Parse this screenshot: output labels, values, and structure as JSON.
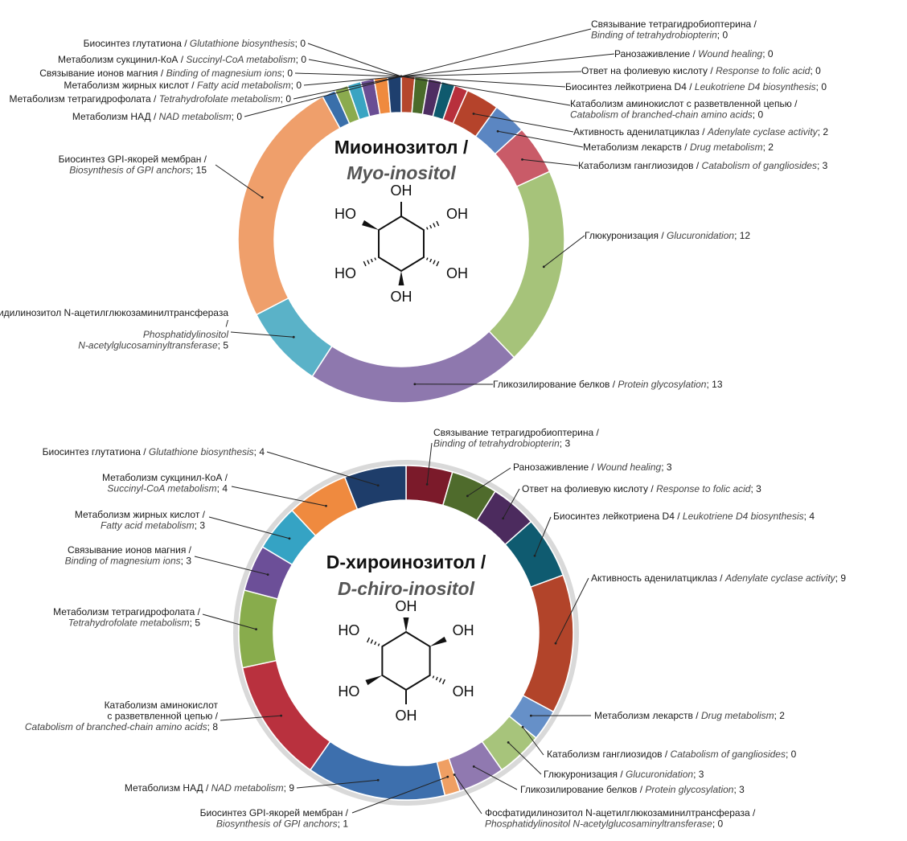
{
  "chart_data": [
    {
      "type": "pie",
      "title_ru": "Миоинозитол /",
      "title_en": "Myo-inositol",
      "slices": [
        {
          "ru": "Связывание тетрагидробиоптерина /",
          "en": "Binding of tetrahydrobiopterin",
          "value": 0,
          "color": "#b5462c"
        },
        {
          "ru": "Ранозаживление / ",
          "en": "Wound healing",
          "value": 0,
          "color": "#4a6b2a"
        },
        {
          "ru": "Ответ на фолиевую кислоту / ",
          "en": "Response to folic acid",
          "value": 0,
          "color": "#4e2e62"
        },
        {
          "ru": "Биосинтез лейкотриена D4 / ",
          "en": "Leukotriene D4 biosynthesis",
          "value": 0,
          "color": "#0f5a6e"
        },
        {
          "ru": "Катаболизм аминокислот с разветвленной цепью /",
          "en": "Catabolism of branched-chain amino acids",
          "value": 0,
          "color": "#b8303c"
        },
        {
          "ru": "Активность аденилатциклаз / ",
          "en": "Adenylate cyclase activity",
          "value": 2,
          "color": "#b5432b"
        },
        {
          "ru": "Метаболизм лекарств / ",
          "en": "Drug metabolism",
          "value": 2,
          "color": "#5b86c2"
        },
        {
          "ru": "Катаболизм ганглиозидов / ",
          "en": "Catabolism of gangliosides",
          "value": 3,
          "color": "#c95b68"
        },
        {
          "ru": "Глюкуронизация / ",
          "en": "Glucuronidation",
          "value": 12,
          "color": "#a6c37a"
        },
        {
          "ru": "Гликозилирование белков / ",
          "en": "Protein glycosylation",
          "value": 13,
          "color": "#8e78ae"
        },
        {
          "ru": "Фосфатидилинозитол N-ацетилглюкозаминилтрансфераза /",
          "en": "Phosphatidylinositol N-acetylglucosaminyltransferase",
          "value": 5,
          "color": "#5ab2c8"
        },
        {
          "ru": "Биосинтез GPI-якорей мембран /",
          "en": "Biosynthesis of GPI anchors",
          "value": 15,
          "color": "#ef9f6b"
        },
        {
          "ru": "Метаболизм НАД / ",
          "en": "NAD metabolism",
          "value": 0,
          "color": "#3a6faa"
        },
        {
          "ru": "Метаболизм тетрагидрофолата / ",
          "en": "Tetrahydrofolate metabolism",
          "value": 0,
          "color": "#8bab4e"
        },
        {
          "ru": "Метаболизм жирных кислот / ",
          "en": "Fatty acid metabolism",
          "value": 0,
          "color": "#3aa4c2"
        },
        {
          "ru": "Связывание ионов магния / ",
          "en": "Binding of magnesium ions",
          "value": 0,
          "color": "#6a4e94"
        },
        {
          "ru": "Метаболизм сукцинил-КоА / ",
          "en": "Succinyl-CoA metabolism",
          "value": 0,
          "color": "#ef8a3e"
        },
        {
          "ru": "Биосинтез глутатиона / ",
          "en": "Glutathione biosynthesis",
          "value": 0,
          "color": "#1e3f6e"
        }
      ]
    },
    {
      "type": "pie",
      "title_ru": "D-хироинозитол /",
      "title_en": "D-chiro-inositol",
      "slices": [
        {
          "ru": "Связывание тетрагидробиоптерина /",
          "en": "Binding of tetrahydrobiopterin",
          "value": 3,
          "color": "#7b1a2a"
        },
        {
          "ru": "Ранозаживление / ",
          "en": "Wound healing",
          "value": 3,
          "color": "#4f6b2c"
        },
        {
          "ru": "Ответ на фолиевую кислоту / ",
          "en": "Response to folic acid",
          "value": 3,
          "color": "#4c2b5e"
        },
        {
          "ru": "Биосинтез лейкотриена D4 / ",
          "en": "Leukotriene D4 biosynthesis",
          "value": 4,
          "color": "#0f5b70"
        },
        {
          "ru": "Активность аденилатциклаз / ",
          "en": "Adenylate cyclase activity",
          "value": 9,
          "color": "#b2442a"
        },
        {
          "ru": "Метаболизм лекарств / ",
          "en": "Drug metabolism",
          "value": 2,
          "color": "#6690c8"
        },
        {
          "ru": "Катаболизм ганглиозидов / ",
          "en": "Catabolism of gangliosides",
          "value": 0,
          "color": "#c95b68"
        },
        {
          "ru": "Глюкуронизация / ",
          "en": "Glucuronidation",
          "value": 3,
          "color": "#a7c47b"
        },
        {
          "ru": "Гликозилирование белков / ",
          "en": "Protein glycosylation",
          "value": 3,
          "color": "#9079b0"
        },
        {
          "ru": "Фосфатидилинозитол N-ацетилглюкозаминилтрансфераза /",
          "en": "Phosphatidylinositol N-acetylglucosaminyltransferase",
          "value": 0,
          "color": "#5ab2c8"
        },
        {
          "ru": "Биосинтез GPI-якорей мембран /",
          "en": "Biosynthesis of GPI anchors",
          "value": 1,
          "color": "#ef9f63"
        },
        {
          "ru": "Метаболизм НАД / ",
          "en": "NAD metabolism",
          "value": 9,
          "color": "#3d6fad"
        },
        {
          "ru": "Катаболизм аминокислот с разветвленной цепью /",
          "en": "Catabolism of branched-chain amino acids",
          "value": 8,
          "color": "#b9313e"
        },
        {
          "ru": "Метаболизм тетрагидрофолата /",
          "en": "Tetrahydrofolate metabolism",
          "value": 5,
          "color": "#88ac4c"
        },
        {
          "ru": "Связывание ионов магния /",
          "en": "Binding of magnesium ions",
          "value": 3,
          "color": "#6c4f98"
        },
        {
          "ru": "Метаболизм жирных кислот /",
          "en": "Fatty acid metabolism",
          "value": 3,
          "color": "#35a3c4"
        },
        {
          "ru": "Метаболизм сукцинил-КоА /",
          "en": "Succinyl-CoA metabolism",
          "value": 4,
          "color": "#ef8a3f"
        },
        {
          "ru": "Биосинтез глутатиона / ",
          "en": "Glutathione biosynthesis",
          "value": 4,
          "color": "#1e3d6a"
        }
      ]
    }
  ],
  "molecule": {
    "atom_label": "OH",
    "atom_label_left": "HO"
  }
}
